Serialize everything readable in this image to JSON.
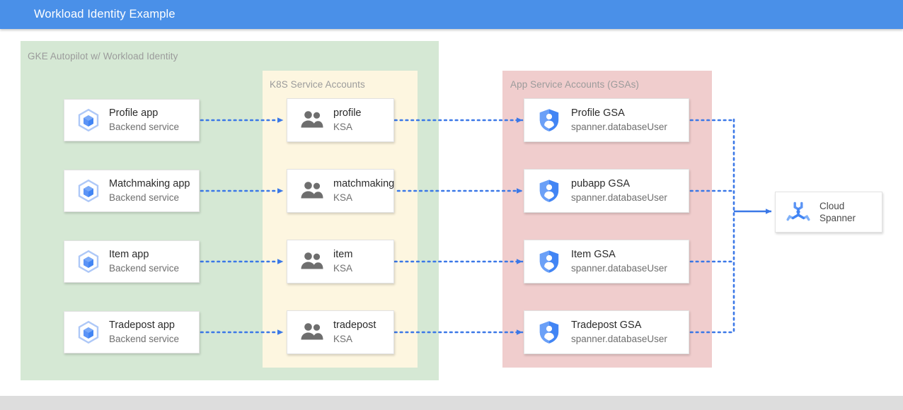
{
  "window": {
    "title": "Workload Identity Example",
    "titlebar_color": "#4a90e8"
  },
  "colors": {
    "accent": "#4285f4",
    "cluster_green": "#d5e8d4",
    "ksa_yellow": "#fdf6e0",
    "gsa_pink": "#f0cdcd",
    "connector": "#3b78e7",
    "card_border": "#e2e2e2",
    "footer_band": "#dddddd"
  },
  "groups": {
    "cluster": {
      "label": "GKE Autopilot w/ Workload Identity"
    },
    "ksa": {
      "label": "K8S Service Accounts"
    },
    "gsa": {
      "label": "App Service Accounts (GSAs)"
    }
  },
  "apps": [
    {
      "title": "Profile app",
      "subtitle": "Backend service",
      "icon": "gke-pod-icon"
    },
    {
      "title": "Matchmaking app",
      "subtitle": "Backend service",
      "icon": "gke-pod-icon"
    },
    {
      "title": "Item app",
      "subtitle": "Backend service",
      "icon": "gke-pod-icon"
    },
    {
      "title": "Tradepost app",
      "subtitle": "Backend service",
      "icon": "gke-pod-icon"
    }
  ],
  "ksas": [
    {
      "title": "profile",
      "subtitle": "KSA",
      "icon": "people-icon"
    },
    {
      "title": "matchmaking",
      "subtitle": "KSA",
      "icon": "people-icon"
    },
    {
      "title": "item",
      "subtitle": "KSA",
      "icon": "people-icon"
    },
    {
      "title": "tradepost",
      "subtitle": "KSA",
      "icon": "people-icon"
    }
  ],
  "gsas": [
    {
      "title": "Profile GSA",
      "subtitle": "spanner.databaseUser",
      "icon": "iam-shield-icon"
    },
    {
      "title": "pubapp GSA",
      "subtitle": "spanner.databaseUser",
      "icon": "iam-shield-icon"
    },
    {
      "title": "Item GSA",
      "subtitle": "spanner.databaseUser",
      "icon": "iam-shield-icon"
    },
    {
      "title": "Tradepost GSA",
      "subtitle": "spanner.databaseUser",
      "icon": "iam-shield-icon"
    }
  ],
  "database": {
    "title": "Cloud",
    "subtitle": "Spanner",
    "icon": "cloud-spanner-icon"
  }
}
